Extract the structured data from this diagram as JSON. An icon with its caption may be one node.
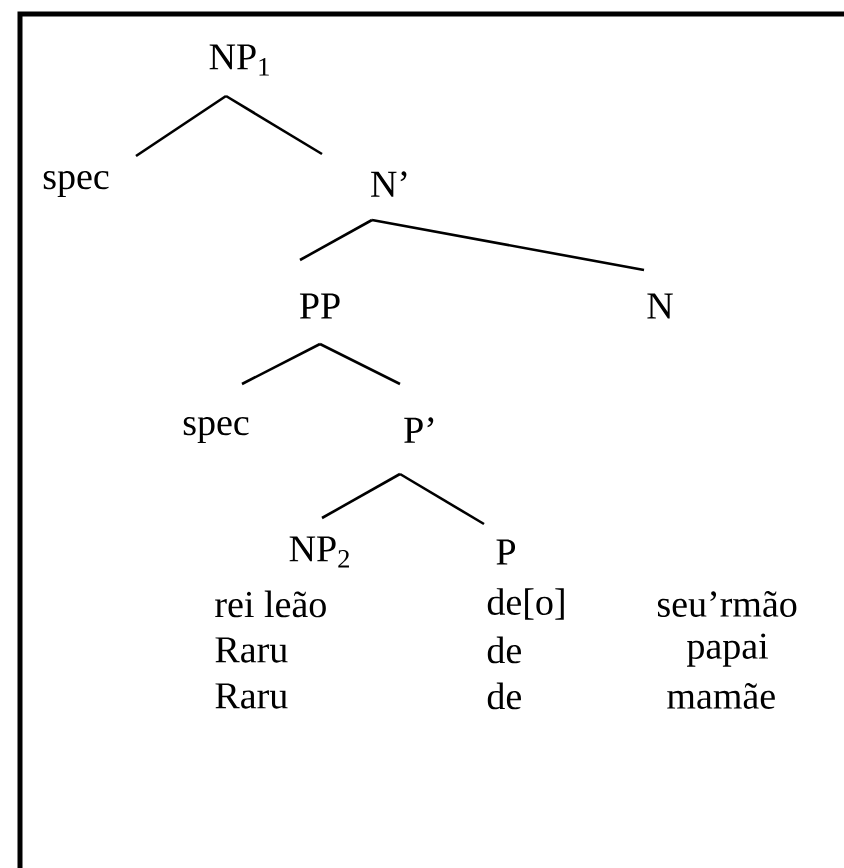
{
  "diagram": {
    "nodes": [
      {
        "text": [
          "NP$_{1}$"
        ]
      },
      {
        "text": [
          "spec"
        ]
      },
      {
        "text": [
          "N’"
        ]
      },
      {
        "text": [
          "PP"
        ]
      },
      {
        "text": [
          "N"
        ]
      },
      {
        "text": [
          "spec"
        ]
      },
      {
        "text": [
          "P’"
        ]
      },
      {
        "text": [
          "NP$_{2}$"
        ]
      },
      {
        "text": [
          "P"
        ]
      }
    ],
    "edges": [
      {
        "from": 0,
        "to": 1,
        "arrow": "none"
      },
      {
        "from": 0,
        "to": 2,
        "arrow": "none"
      },
      {
        "from": 2,
        "to": 3,
        "arrow": "none"
      },
      {
        "from": 2,
        "to": 4,
        "arrow": "none"
      },
      {
        "from": 3,
        "to": 5,
        "arrow": "none"
      },
      {
        "from": 3,
        "to": 6,
        "arrow": "none"
      },
      {
        "from": 6,
        "to": 7,
        "arrow": "none"
      },
      {
        "from": 6,
        "to": 8,
        "arrow": "none"
      }
    ],
    "labels": [
      "rei leão",
      "de[o]",
      "seu’rmão",
      "Raru",
      "de",
      "papai",
      "Raru",
      "de",
      "mamãe"
    ]
  }
}
